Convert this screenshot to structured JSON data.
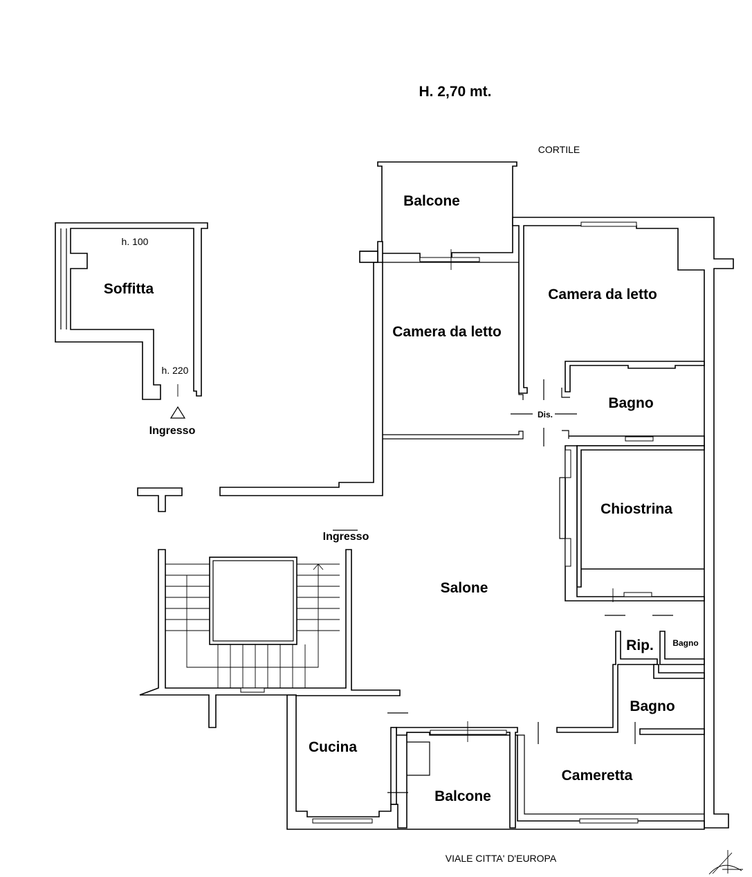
{
  "header": {
    "height_note": "H. 2,70 mt."
  },
  "orientation": {
    "top_label": "CORTILE",
    "bottom_label": "VIALE CITTA' D'EUROPA"
  },
  "attic": {
    "name": "Soffitta",
    "height_top": "h. 100",
    "height_bottom": "h. 220",
    "entrance": "Ingresso"
  },
  "rooms": {
    "balcone_top": "Balcone",
    "camera_left": "Camera da letto",
    "camera_right": "Camera da letto",
    "disimpegno": "Dis.",
    "bagno_top": "Bagno",
    "chiostrina": "Chiostrina",
    "ingresso": "Ingresso",
    "salone": "Salone",
    "ripostiglio": "Rip.",
    "bagno_small": "Bagno",
    "bagno_mid": "Bagno",
    "cucina": "Cucina",
    "balcone_bottom": "Balcone",
    "cameretta": "Cameretta"
  }
}
